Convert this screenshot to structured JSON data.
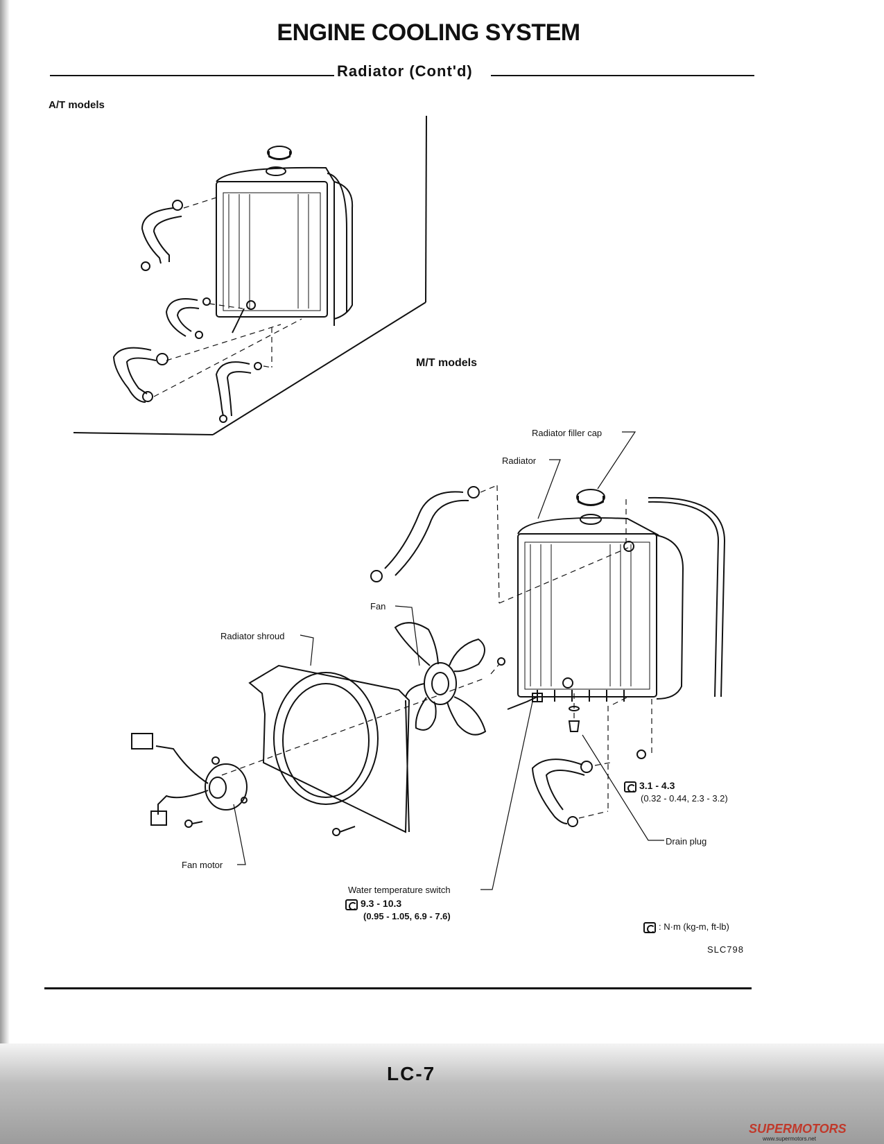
{
  "header": {
    "title": "ENGINE COOLING SYSTEM",
    "subtitle": "Radiator (Cont'd)"
  },
  "sections": {
    "at_models": "A/T models",
    "mt_models": "M/T models"
  },
  "callouts": {
    "filler_cap": "Radiator filler cap",
    "radiator": "Radiator",
    "fan": "Fan",
    "shroud": "Radiator shroud",
    "fan_motor": "Fan motor",
    "drain_plug": "Drain plug",
    "water_temp_switch": "Water temperature switch"
  },
  "torques": {
    "bolt_value": "3.1 - 4.3",
    "bolt_sub": "(0.32 - 0.44, 2.3 - 3.2)",
    "switch_value": "9.3 - 10.3",
    "switch_sub": "(0.95 - 1.05, 6.9 - 7.6)",
    "legend": ": N·m (kg-m, ft-lb)"
  },
  "figure_code": "SLC798",
  "footer": {
    "page_number": "LC-7",
    "watermark": "SUPERMOTORS",
    "watermark_url": "www.supermotors.net"
  }
}
